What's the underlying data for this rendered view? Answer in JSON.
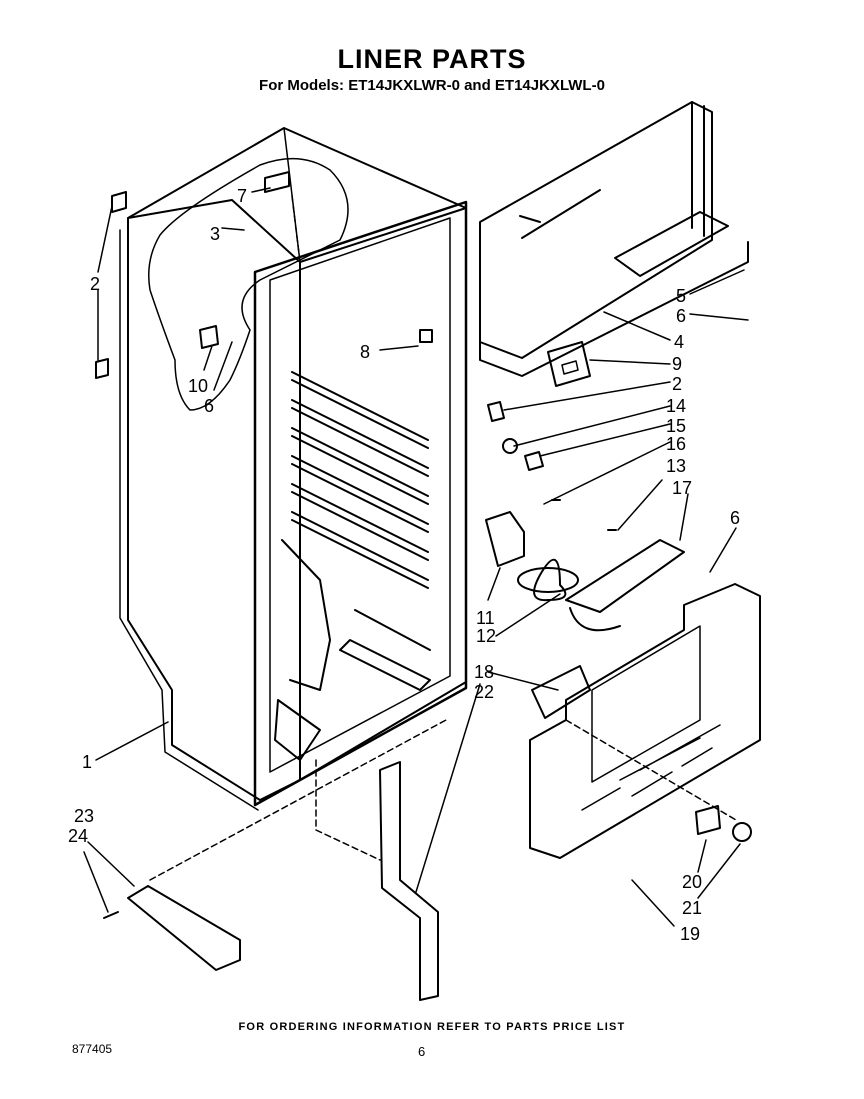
{
  "header": {
    "title": "LINER PARTS",
    "subtitle": "For Models: ET14JKXLWR-0 and ET14JKXLWL-0"
  },
  "callouts": [
    "1",
    "2",
    "3",
    "7",
    "10",
    "6",
    "8",
    "5",
    "6",
    "4",
    "9",
    "2",
    "14",
    "15",
    "16",
    "13",
    "17",
    "6",
    "11",
    "12",
    "18",
    "22",
    "23",
    "24",
    "20",
    "21",
    "19"
  ],
  "footer": {
    "note": "FOR ORDERING INFORMATION REFER TO PARTS PRICE LIST",
    "doc_number": "877405",
    "page_number": "6"
  }
}
